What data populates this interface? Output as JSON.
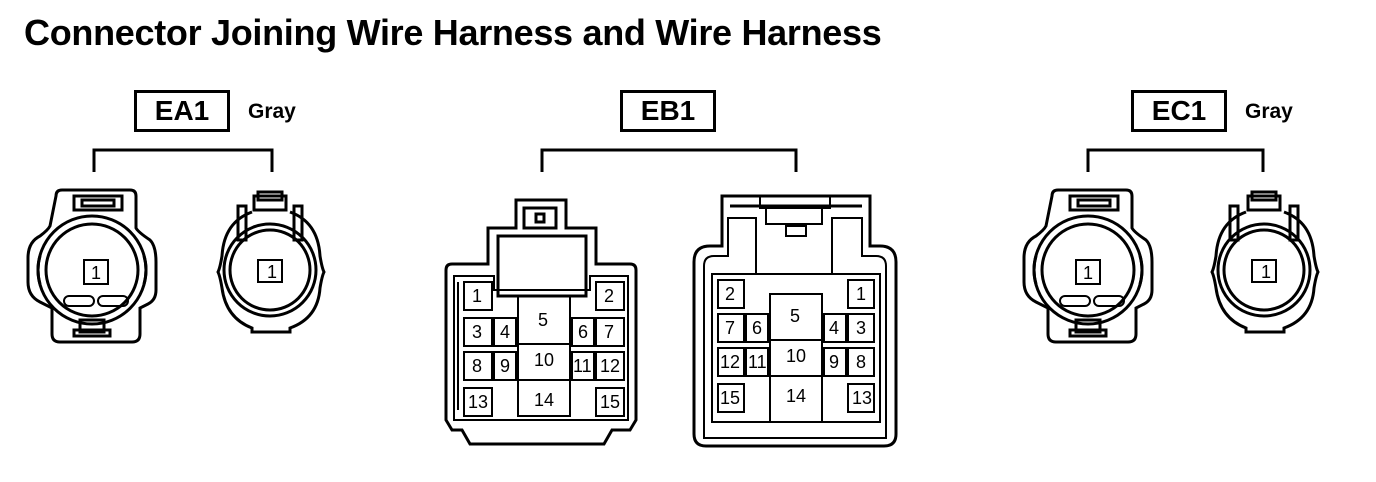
{
  "title": "Connector Joining Wire Harness and Wire Harness",
  "connectors": [
    {
      "code": "EA1",
      "color": "Gray",
      "pins": [
        "1"
      ]
    },
    {
      "code": "EB1",
      "color": "",
      "pins": [
        "1",
        "2",
        "3",
        "4",
        "5",
        "6",
        "7",
        "8",
        "9",
        "10",
        "11",
        "12",
        "13",
        "14",
        "15"
      ]
    },
    {
      "code": "EC1",
      "color": "Gray",
      "pins": [
        "1"
      ]
    }
  ]
}
